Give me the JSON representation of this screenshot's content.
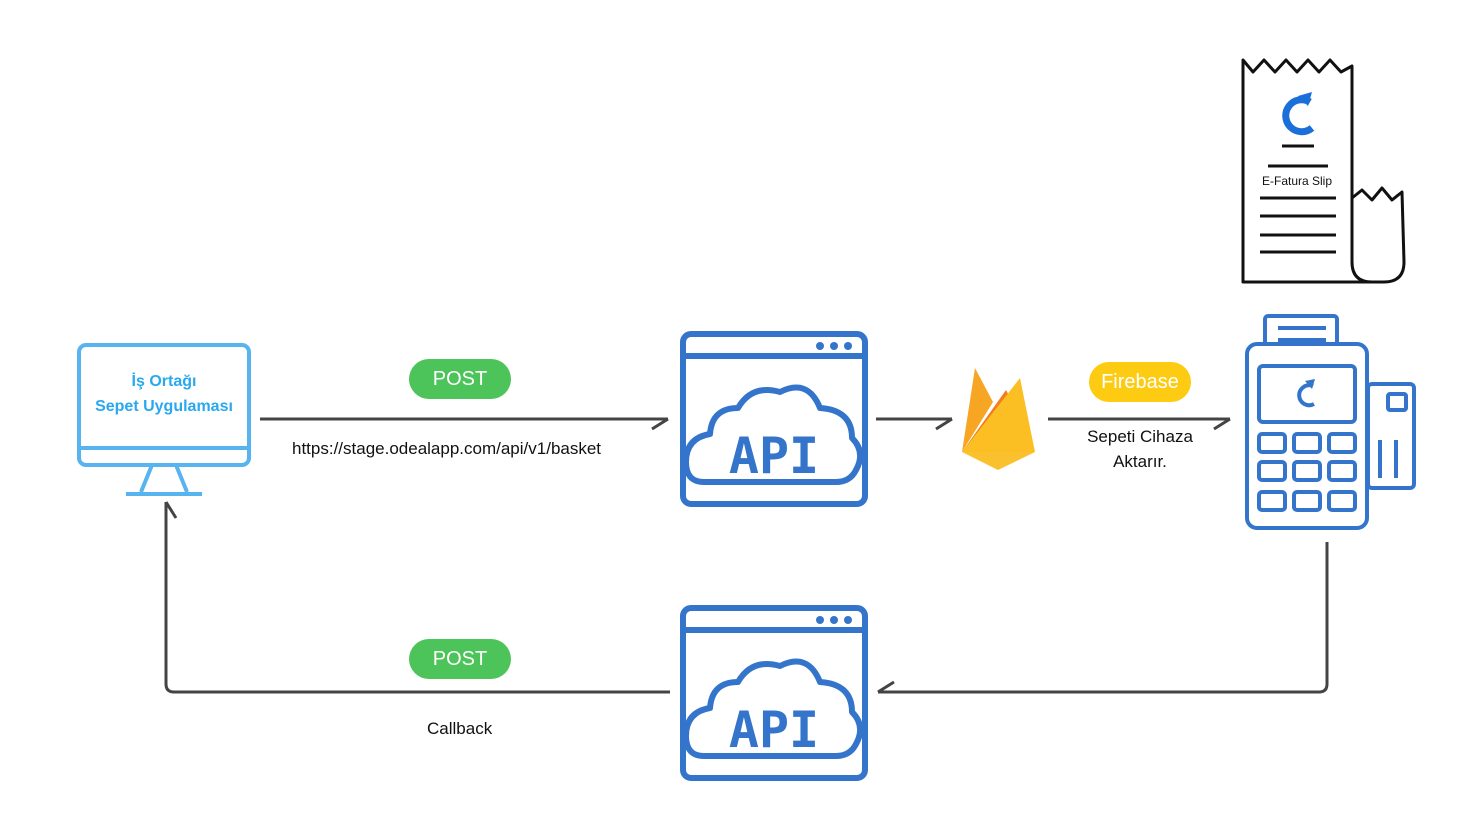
{
  "client": {
    "line1": "İş Ortağı",
    "line2": "Sepet Uygulaması"
  },
  "request": {
    "method_badge": "POST",
    "url": "https://stage.odealapp.com/api/v1/basket"
  },
  "api_label": "API",
  "firebase": {
    "badge": "Firebase",
    "note_line1": "Sepeti Cihaza",
    "note_line2": "Aktarır."
  },
  "receipt": {
    "label": "E-Fatura Slip"
  },
  "callback": {
    "method_badge": "POST",
    "label": "Callback"
  },
  "colors": {
    "api_blue": "#3475cb",
    "monitor_blue": "#58b4ee",
    "post_green": "#4cc45a",
    "firebase_yellow": "#fdcb11",
    "arrow": "#444444"
  },
  "icons": [
    "desktop-monitor-icon",
    "api-cloud-icon",
    "firebase-icon",
    "pos-terminal-icon",
    "receipt-icon",
    "refresh-logo-icon"
  ]
}
